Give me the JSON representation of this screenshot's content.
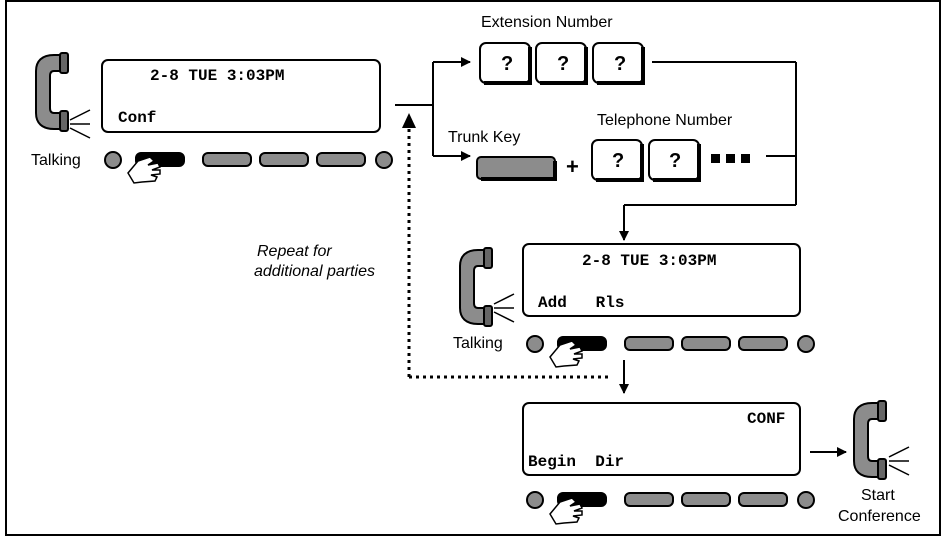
{
  "labels": {
    "extension_number": "Extension Number",
    "trunk_key": "Trunk Key",
    "telephone_number": "Telephone Number",
    "talking_1": "Talking",
    "talking_2": "Talking",
    "repeat_line1": "Repeat for",
    "repeat_line2": "additional parties",
    "start_line1": "Start",
    "start_line2": "Conference",
    "plus": "+",
    "ellipsis": "▪▪▪"
  },
  "key_symbol": "?",
  "lcd1": {
    "status": "2-8  TUE  3:03PM",
    "softkeys": "Conf"
  },
  "lcd2": {
    "status": "2-8  TUE  3:03PM",
    "softkeys": "Add   Rls"
  },
  "lcd3": {
    "status": "CONF",
    "softkeys": "Begin  Dir"
  },
  "colors": {
    "key_gray": "#8c8c8c",
    "border": "#000000",
    "background": "#ffffff"
  }
}
